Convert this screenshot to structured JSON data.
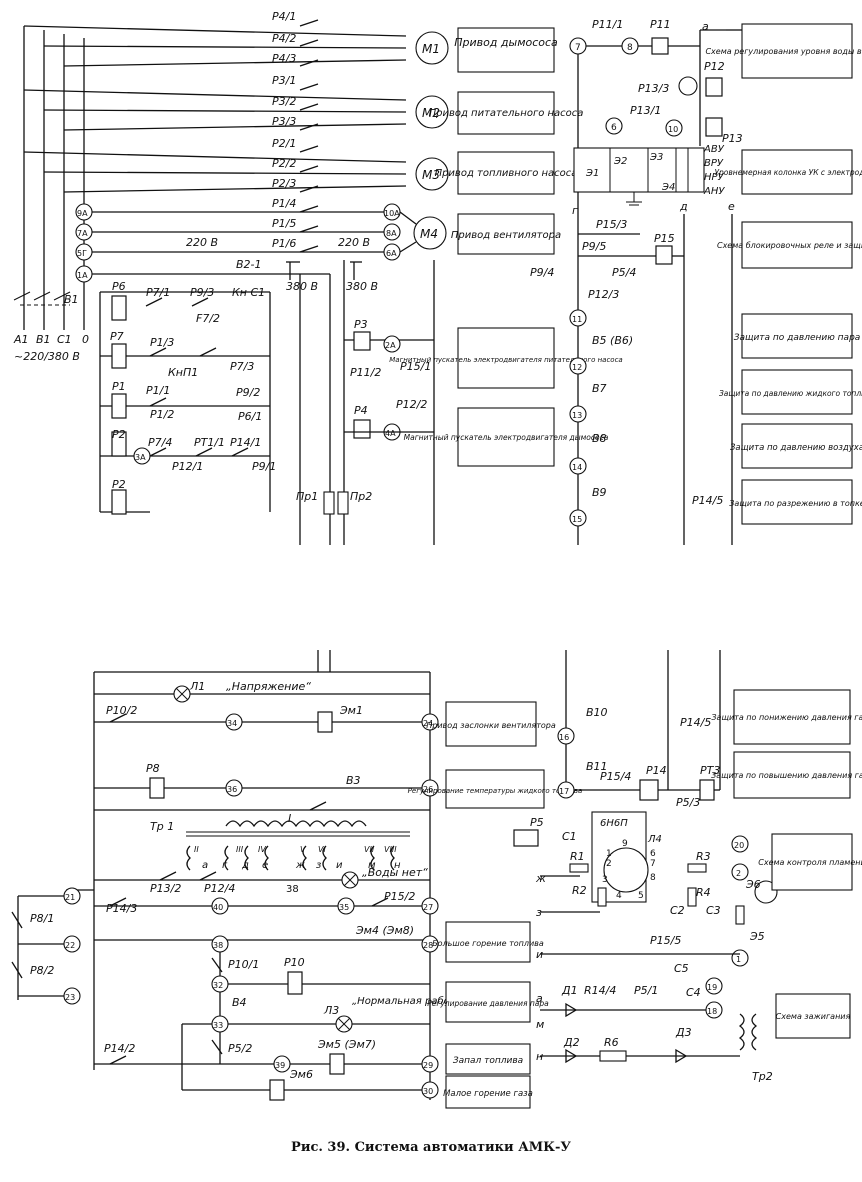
{
  "caption": "Рис. 39. Система автоматики АМК-У",
  "motor_contacts": [
    {
      "group": "M1",
      "labels": [
        "P4/1",
        "P4/2",
        "P4/3"
      ]
    },
    {
      "group": "M2",
      "labels": [
        "P3/1",
        "P3/2",
        "P3/3"
      ]
    },
    {
      "group": "M3",
      "labels": [
        "P2/1",
        "P2/2",
        "P2/3"
      ]
    },
    {
      "group": "M4",
      "labels": [
        "P1/4",
        "P1/5",
        "P1/6"
      ]
    }
  ],
  "motors": [
    "M1",
    "M2",
    "M3",
    "M4"
  ],
  "terminals_top": [
    "9A",
    "7A",
    "5Г",
    "1A",
    "10A",
    "8A",
    "6A",
    "2A",
    "4A",
    "3A"
  ],
  "supply_labels": [
    "A1",
    "B1",
    "C1",
    "0",
    "~220/380 B",
    "B1"
  ],
  "voltage_labels": [
    "220 B",
    "220 B",
    "380 B",
    "380 B",
    "B2-1"
  ],
  "relay_labels_top": [
    "P6",
    "P7/1",
    "P9/3",
    "Кн С1",
    "P7",
    "P1/3",
    "F7/2",
    "КнП1",
    "P7/3",
    "P1",
    "P1/1",
    "P9/2",
    "P1/2",
    "P6/1",
    "P2",
    "P7/4",
    "PT1/1",
    "P14/1",
    "P12/1",
    "P9/1",
    "P2"
  ],
  "relay_labels_mid": [
    "P3",
    "P11/2",
    "P15/1",
    "P12/2",
    "P4",
    "Пр1",
    "Пр2"
  ],
  "chain_labels": [
    "P9/4",
    "P12/3",
    "B5 (B6)",
    "B7",
    "B8",
    "B9",
    "P14/5",
    "P15/3",
    "P9/5",
    "P5/4",
    "P15"
  ],
  "chain_terminals": [
    "11",
    "12",
    "13",
    "14",
    "15"
  ],
  "level_labels": [
    "P11/1",
    "P11",
    "P13/3",
    "P13/1",
    "P12",
    "P13",
    "Э1",
    "Э2",
    "Э3",
    "Э4",
    "АВУ",
    "ВРУ",
    "НРУ",
    "АНУ"
  ],
  "level_terminals": [
    "7",
    "8",
    "6",
    "10"
  ],
  "bus_letters": [
    "a",
    "г",
    "д",
    "е"
  ],
  "right_boxes_top": [
    "Схема регулирования уровня воды в котле",
    "Уровнемерная колонка УК с электродами",
    "Схема блокировочных реле и защиты",
    "Защита по давлению пара",
    "Защита по давлению жидкого топлива",
    "Защита по давлению воздуха",
    "Защита по разрежению в топке"
  ],
  "mid_boxes_top": [
    "Привод дымососа",
    "Привод питательного насоса",
    "Привод топливного насоса",
    "Привод вентилятора",
    "Магнитный пускатель электродвигателя питательного насоса",
    "Магнитный пускатель электродвигателя дымососа"
  ],
  "lower_left_labels": [
    "Л1",
    "„Напряжение“",
    "P10/2",
    "Эм1",
    "P8",
    "B3",
    "I",
    "Тр 1",
    "II",
    "III",
    "IV",
    "V",
    "VI",
    "VII",
    "VIII",
    "a",
    "г",
    "д",
    "е",
    "ж",
    "з",
    "и",
    "м",
    "н",
    "P13/2",
    "P12/4",
    "38",
    "P15/2",
    "„Воды нет“",
    "P14/3",
    "Эм4 (Эм8)",
    "P10/1",
    "P10",
    "B4",
    "Л3",
    "„Нормальная работа“",
    "P14/2",
    "P5/2",
    "Эм5 (Эм7)",
    "Эм6",
    "P8/1",
    "P8/2"
  ],
  "lower_terminals": [
    "34",
    "24",
    "36",
    "26",
    "40",
    "35",
    "27",
    "38",
    "28",
    "32",
    "33",
    "39",
    "29",
    "30",
    "21",
    "22",
    "23"
  ],
  "lower_mid_boxes": [
    "Привод заслонки вентилятора",
    "Регулирование температуры жидкого топлива",
    "Большое горение топлива",
    "Регулирование давления пара",
    "Запал топлива",
    "Малое горение газа"
  ],
  "lower_right_labels": [
    "B10",
    "B11",
    "P14/5",
    "P15/4",
    "P14",
    "PT3",
    "P5/3",
    "P5",
    "C1",
    "6Н6П",
    "Л4",
    "R1",
    "R2",
    "R3",
    "R4",
    "C2",
    "C3",
    "Э5",
    "Э6",
    "P15/5",
    "Д1",
    "R14/4",
    "P5/1",
    "C5",
    "C4",
    "Д2",
    "R6",
    "Д3",
    "Тр2",
    "ж",
    "з",
    "и",
    "а",
    "м",
    "н",
    "1",
    "2",
    "3",
    "4",
    "5",
    "6",
    "7",
    "8",
    "9"
  ],
  "lower_right_terminals": [
    "16",
    "17",
    "19",
    "18",
    "20",
    "2",
    "1"
  ],
  "right_boxes_bottom": [
    "Защита по понижению давления газа",
    "Защита по повышению давления газа",
    "Схема контроля пламени",
    "Схема зажигания"
  ]
}
